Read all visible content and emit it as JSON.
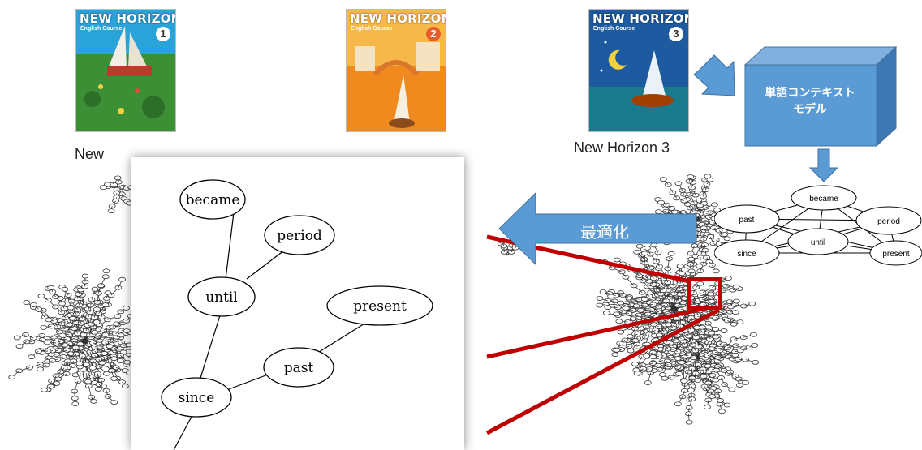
{
  "covers": [
    {
      "title": "NEW HORIZON",
      "subtitle": "English Course",
      "number": "1",
      "caption": "New"
    },
    {
      "title": "NEW HORIZON",
      "subtitle": "English Course",
      "number": "2",
      "caption": ""
    },
    {
      "title": "NEW HORIZON",
      "subtitle": "English Course",
      "number": "3",
      "caption": "New Horizon 3"
    }
  ],
  "model_box": {
    "line1": "単語コンテキスト",
    "line2": "モデル",
    "color": "#5b9bd5"
  },
  "optimize_arrow": {
    "label": "最適化",
    "color": "#5b9bd5"
  },
  "small_graph": {
    "nodes": [
      "became",
      "past",
      "period",
      "until",
      "since",
      "present"
    ]
  },
  "detail_graph": {
    "nodes": [
      "became",
      "period",
      "until",
      "present",
      "past",
      "since"
    ]
  },
  "highlight_color": "#c00000"
}
